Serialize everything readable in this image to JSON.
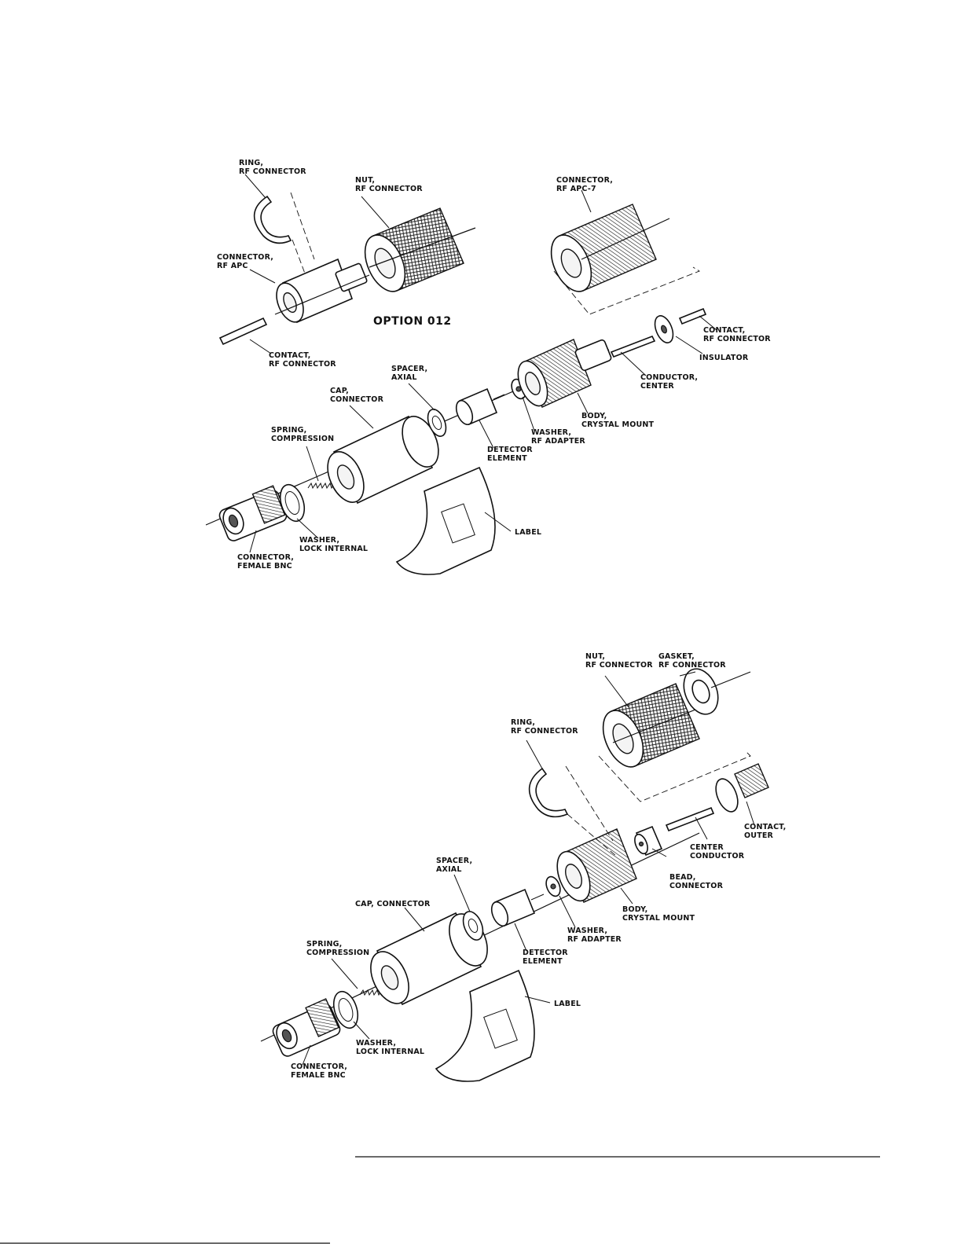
{
  "top": {
    "option_label": "OPTION 012",
    "labels": {
      "ring": [
        "RING,",
        "RF CONNECTOR"
      ],
      "nut": [
        "NUT,",
        "RF CONNECTOR"
      ],
      "conn_apc7": [
        "CONNECTOR,",
        "RF APC-7"
      ],
      "conn_apc": [
        "CONNECTOR,",
        "RF APC"
      ],
      "contact_left": [
        "CONTACT,",
        "RF CONNECTOR"
      ],
      "contact_right": [
        "CONTACT,",
        "RF CONNECTOR"
      ],
      "insulator": [
        "INSULATOR"
      ],
      "conductor": [
        "CONDUCTOR,",
        "CENTER"
      ],
      "spacer": [
        "SPACER,",
        "AXIAL"
      ],
      "cap": [
        "CAP,",
        "CONNECTOR"
      ],
      "body": [
        "BODY,",
        "CRYSTAL MOUNT"
      ],
      "washer_rf": [
        "WASHER,",
        "RF ADAPTER"
      ],
      "spring": [
        "SPRING,",
        "COMPRESSION"
      ],
      "detector": [
        "DETECTOR",
        "ELEMENT"
      ],
      "label": [
        "LABEL"
      ],
      "washer_lock": [
        "WASHER,",
        "LOCK INTERNAL"
      ],
      "bnc": [
        "CONNECTOR,",
        "FEMALE BNC"
      ]
    }
  },
  "bottom": {
    "labels": {
      "nut": [
        "NUT,",
        "RF CONNECTOR"
      ],
      "gasket": [
        "GASKET,",
        "RF CONNECTOR"
      ],
      "ring": [
        "RING,",
        "RF CONNECTOR"
      ],
      "contact_outer": [
        "CONTACT,",
        "OUTER"
      ],
      "center_conductor": [
        "CENTER",
        "CONDUCTOR"
      ],
      "bead": [
        "BEAD,",
        "CONNECTOR"
      ],
      "spacer": [
        "SPACER,",
        "AXIAL"
      ],
      "body": [
        "BODY,",
        "CRYSTAL MOUNT"
      ],
      "cap": [
        "CAP, CONNECTOR"
      ],
      "washer_rf": [
        "WASHER,",
        "RF ADAPTER"
      ],
      "detector": [
        "DETECTOR",
        "ELEMENT"
      ],
      "spring": [
        "SPRING,",
        "COMPRESSION"
      ],
      "label": [
        "LABEL"
      ],
      "washer_lock": [
        "WASHER,",
        "LOCK INTERNAL"
      ],
      "bnc": [
        "CONNECTOR,",
        "FEMALE BNC"
      ]
    }
  }
}
